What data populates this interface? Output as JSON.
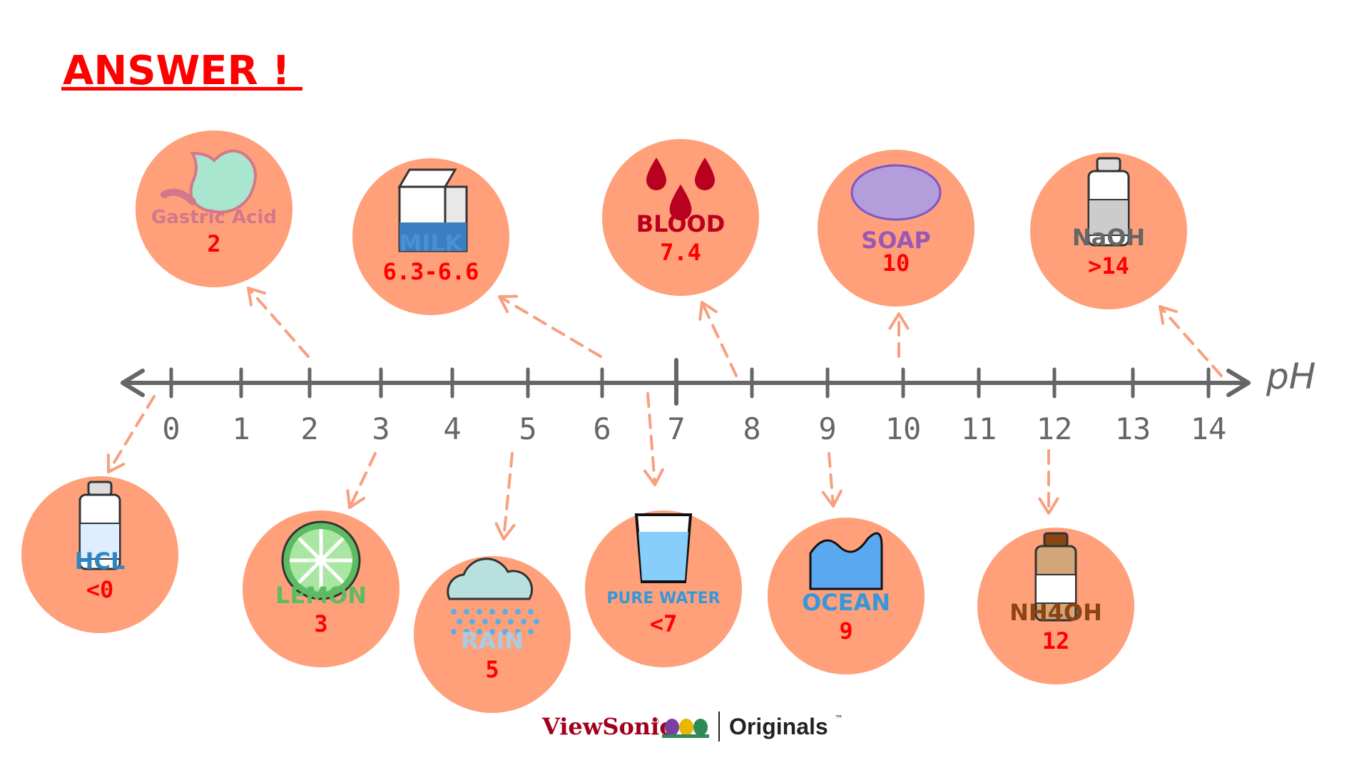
{
  "title": "ANSWER !",
  "axis": {
    "label": "pH",
    "ticks": [
      "0",
      "1",
      "2",
      "3",
      "4",
      "5",
      "6",
      "7",
      "8",
      "9",
      "10",
      "11",
      "12",
      "13",
      "14"
    ]
  },
  "colors": {
    "circle": "#FFA07A",
    "axis": "#666666",
    "arrow": "#F7A07E",
    "title": "#FF0000",
    "value": "#FF0000"
  },
  "items": [
    {
      "key": "gastric",
      "name": "Gastric Acid",
      "value": "2",
      "icon": "stomach-icon",
      "name_color": "#D2788A"
    },
    {
      "key": "milk",
      "name": "MILK",
      "value": "6.3-6.6",
      "icon": "milk-carton-icon",
      "name_color": "#4A90D9"
    },
    {
      "key": "blood",
      "name": "BLOOD",
      "value": "7.4",
      "icon": "blood-drops-icon",
      "name_color": "#B8001F"
    },
    {
      "key": "soap",
      "name": "SOAP",
      "value": "10",
      "icon": "soap-icon",
      "name_color": "#9B59B6"
    },
    {
      "key": "naoh",
      "name": "NaOH",
      "value": ">14",
      "icon": "bottle-icon",
      "name_color": "#666666"
    },
    {
      "key": "hcl",
      "name": "HCL",
      "value": "<0",
      "icon": "bottle-icon",
      "name_color": "#2E86C1"
    },
    {
      "key": "lemon",
      "name": "LEMON",
      "value": "3",
      "icon": "lemon-slice-icon",
      "name_color": "#5DBB63"
    },
    {
      "key": "rain",
      "name": "RAIN",
      "value": "5",
      "icon": "rain-cloud-icon",
      "name_color": "#A9CCE3"
    },
    {
      "key": "water",
      "name": "PURE WATER",
      "value": "<7",
      "icon": "water-glass-icon",
      "name_color": "#3498DB"
    },
    {
      "key": "ocean",
      "name": "OCEAN",
      "value": "9",
      "icon": "ocean-wave-icon",
      "name_color": "#3498DB"
    },
    {
      "key": "nh4oh",
      "name": "NH4OH",
      "value": "12",
      "icon": "brown-bottle-icon",
      "name_color": "#8B4513"
    }
  ],
  "footer": {
    "brand": "ViewSonic",
    "reg": "®",
    "sub": "Originals",
    "tm": "™"
  }
}
